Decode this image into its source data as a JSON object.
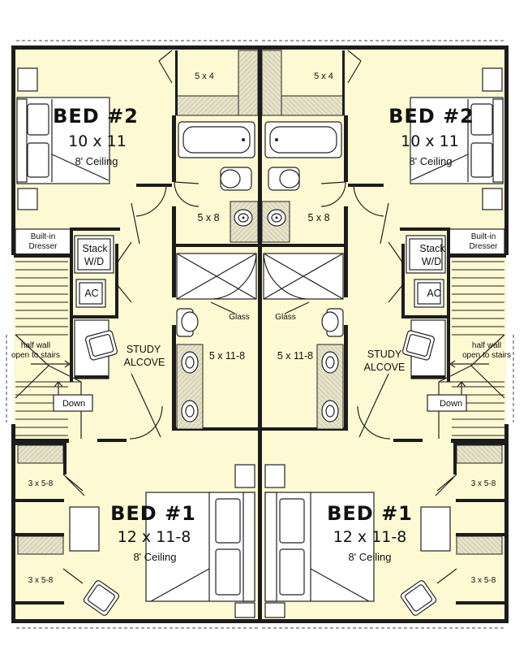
{
  "colors": {
    "floor": "#fdf9d3",
    "wall": "#1c1c1c",
    "closet": "#e6e2c8"
  },
  "units": {
    "left": {
      "bed2_title": "BED #2",
      "bed2_dim": "10 x 11",
      "bed2_ceiling": "8' Ceiling",
      "closet_top": "5 x 4",
      "bath_upper": "5 x 8",
      "bath_lower": "5 x 11-8",
      "glass": "Glass",
      "builtin_line1": "Built-in",
      "builtin_line2": "Dresser",
      "stack_line1": "Stack",
      "stack_line2": "W/D",
      "ac": "AC",
      "study_line1": "STUDY",
      "study_line2": "ALCOVE",
      "halfwall_line1": "half wall",
      "halfwall_line2": "open to stairs",
      "down": "Down",
      "closet_a": "3 x 5-8",
      "closet_b": "3 x 5-8",
      "bed1_title": "BED #1",
      "bed1_dim": "12 x 11-8",
      "bed1_ceiling": "8' Ceiling"
    },
    "right": {
      "bed2_title": "BED #2",
      "bed2_dim": "10 x 11",
      "bed2_ceiling": "8' Ceiling",
      "closet_top": "5 x 4",
      "bath_upper": "5 x 8",
      "bath_lower": "5 x 11-8",
      "glass": "Glass",
      "builtin_line1": "Built-in",
      "builtin_line2": "Dresser",
      "stack_line1": "Stack",
      "stack_line2": "W/D",
      "ac": "AC",
      "study_line1": "STUDY",
      "study_line2": "ALCOVE",
      "halfwall_line1": "half wall",
      "halfwall_line2": "open to stairs",
      "down": "Down",
      "closet_a": "3 x 5-8",
      "closet_b": "3 x 5-8",
      "bed1_title": "BED #1",
      "bed1_dim": "12 x 11-8",
      "bed1_ceiling": "8' Ceiling"
    }
  }
}
